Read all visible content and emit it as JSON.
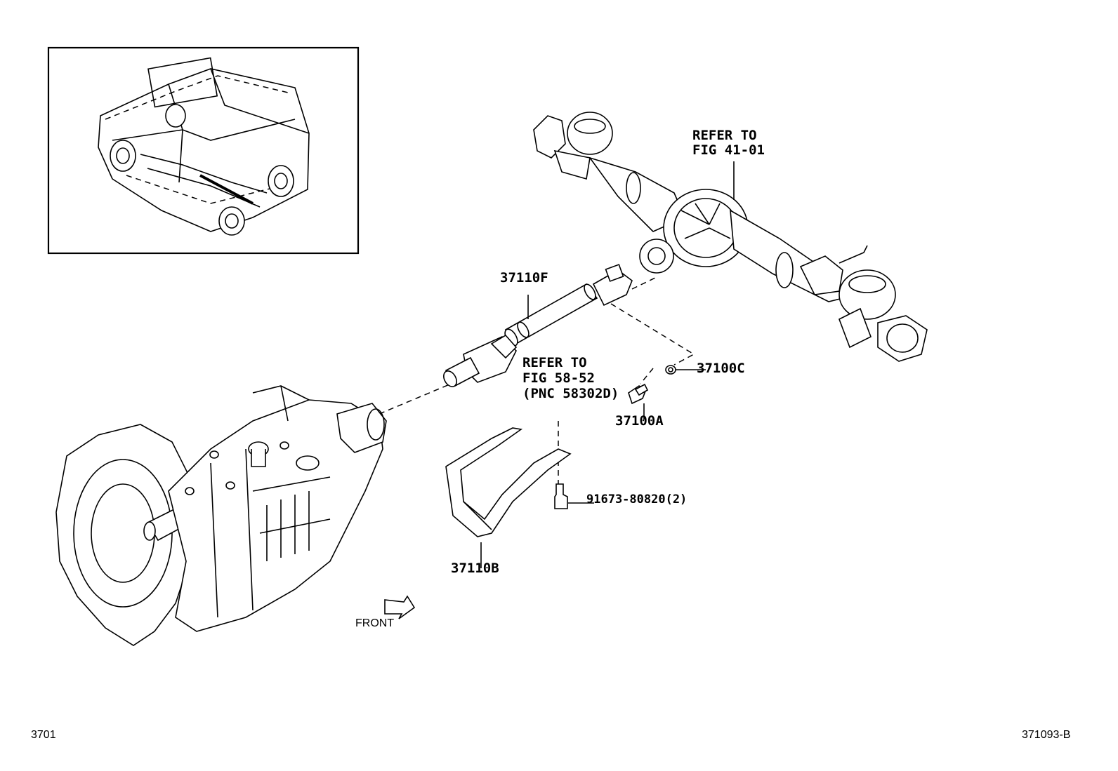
{
  "labels": {
    "refer_axle_1": "REFER TO",
    "refer_axle_2": "FIG 41-01",
    "part_shaft": "37110F",
    "refer_brake_1": "REFER TO",
    "refer_brake_2": "FIG 58-52",
    "refer_brake_3": "(PNC 58302D)",
    "part_nut": "37100C",
    "part_bolt": "37100A",
    "part_bolt2": "91673-80820(2)",
    "part_guard": "37110B",
    "front": "FRONT"
  },
  "footer": {
    "left_code": "3701",
    "right_code": "371093-B"
  }
}
